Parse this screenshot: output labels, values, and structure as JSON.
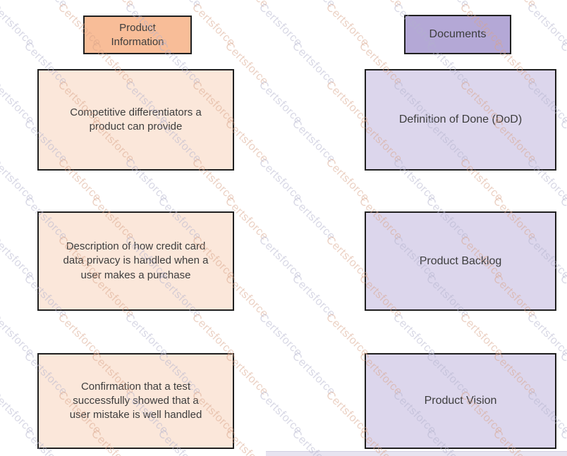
{
  "watermark": {
    "text": "Certsforce",
    "pink": "#d9a48a",
    "gray": "#b3b3cd"
  },
  "left_column": {
    "header": {
      "label": "Product\nInformation",
      "fill": "#f8bd98"
    },
    "card_fill": "#fbe7da",
    "cards": [
      {
        "label": "Competitive differentiators a\nproduct can provide"
      },
      {
        "label": "Description of how credit card\ndata privacy is handled when a\nuser makes a purchase"
      },
      {
        "label": "Confirmation that a test\nsuccessfully showed that a\nuser mistake is well handled"
      }
    ]
  },
  "right_column": {
    "header": {
      "label": "Documents",
      "fill": "#b4a8d6"
    },
    "card_fill": "#dcd6ec",
    "cards": [
      {
        "label": "Definition of Done (DoD)"
      },
      {
        "label": "Product Backlog"
      },
      {
        "label": "Product Vision"
      }
    ]
  }
}
